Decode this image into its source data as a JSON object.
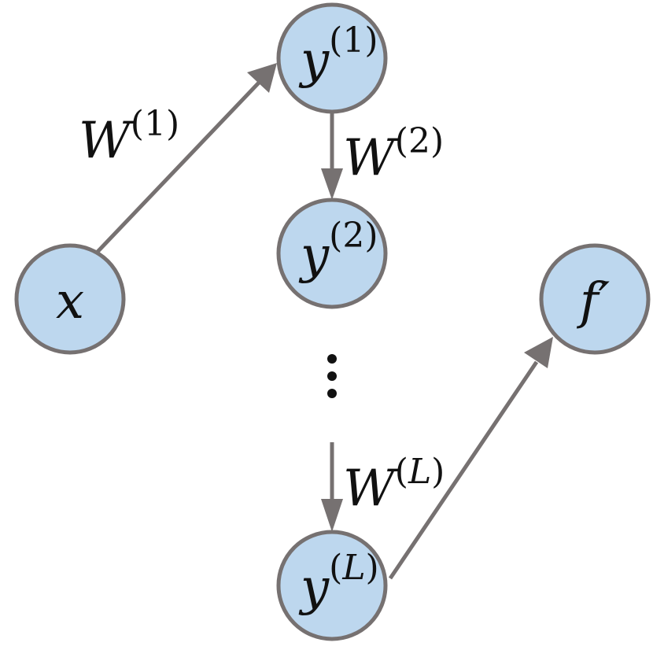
{
  "nodes": {
    "x": {
      "label": "x"
    },
    "y1": {
      "base": "y",
      "sup_open": "(",
      "sup": "1",
      "sup_close": ")"
    },
    "y2": {
      "base": "y",
      "sup_open": "(",
      "sup": "2",
      "sup_close": ")"
    },
    "yL": {
      "base": "y",
      "sup_open": "(",
      "sup": "L",
      "sup_close": ")"
    },
    "f": {
      "label": "f′"
    }
  },
  "edges": {
    "w1": {
      "base": "W",
      "sup_open": "(",
      "sup": "1",
      "sup_close": ")"
    },
    "w2": {
      "base": "W",
      "sup_open": "(",
      "sup": "2",
      "sup_close": ")"
    },
    "wL": {
      "base": "W",
      "sup_open": "(",
      "sup": "L",
      "sup_close": ")"
    }
  },
  "colors": {
    "node_fill": "#bdd7ee",
    "stroke": "#767171",
    "text": "#111111"
  }
}
